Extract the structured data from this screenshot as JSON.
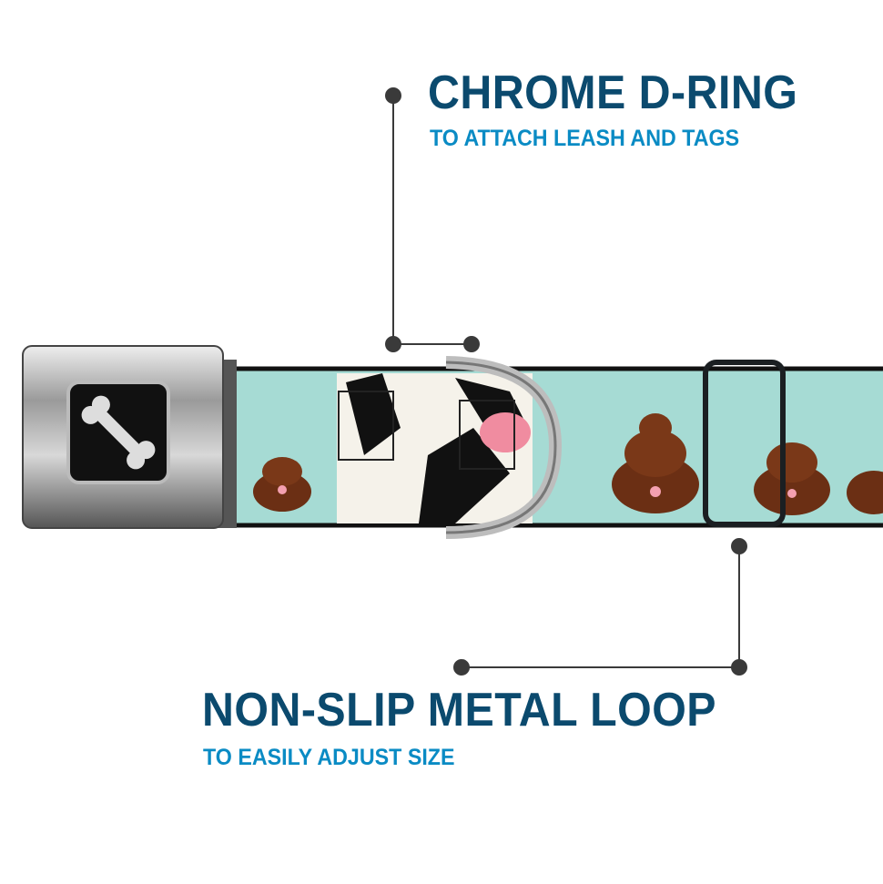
{
  "callouts": [
    {
      "title": "CHROME D-RING",
      "subtitle": "TO ATTACH LEASH AND TAGS"
    },
    {
      "title": "NON-SLIP METAL LOOP",
      "subtitle": "TO EASILY ADJUST SIZE"
    }
  ],
  "colors": {
    "title": "#0b4a6e",
    "subtitle": "#0a8bc4",
    "strap": "#a6dbd4",
    "leader": "#3a3a3a"
  }
}
